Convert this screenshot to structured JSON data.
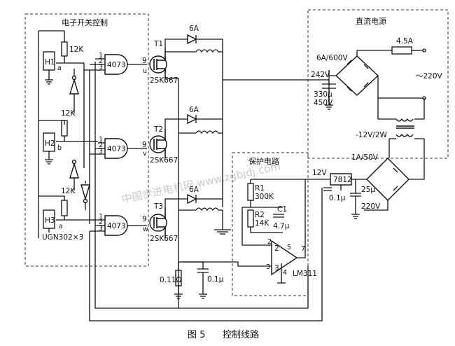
{
  "blocks": {
    "control": "电子开关控制",
    "dc_supply": "直流电源",
    "protection": "保护电路"
  },
  "caption": {
    "fig": "图 5",
    "title": "控制线路"
  },
  "watermark": "中国步进电机网 www.zgbjdj.com",
  "labels": {
    "r12k": "12K",
    "h1": "H1",
    "h2": "H2",
    "h3": "H3",
    "a": "a",
    "b": "b",
    "hall_part": "UGN302×3",
    "gate": "4073",
    "pin1": "1",
    "pin2": "2",
    "pin3": "3",
    "pin9": "9",
    "u": "u",
    "v": "v",
    "w": "w",
    "t1": "T1",
    "t2": "T2",
    "t3": "T3",
    "mosfet": "2SK667",
    "fuse6a": "6A",
    "bridge_top": "6A/600V",
    "fuse_main": "4.5A",
    "v242": "242V",
    "cap_main_val": "330μ",
    "cap_main_v": "450V",
    "ac": "～220V",
    "xfmr": "-12V/2W",
    "bridge_low": "1A/50V",
    "v12": "12V",
    "reg": "7812",
    "c01a": "0.1μ",
    "c25_val": "25μ",
    "c25_v": "220V",
    "r1": "R1",
    "r1_val": "300K",
    "r2": "R2",
    "r2_val": "14K",
    "c1": "C1",
    "c1_val": "4.7μ",
    "op_pin2": "2",
    "op_pin3": "3",
    "op_pin4": "4",
    "op_pin5": "5",
    "op_pin7": "7",
    "comp": "LM311",
    "rs": "0.11Ω",
    "c01b": "0.1μ"
  }
}
